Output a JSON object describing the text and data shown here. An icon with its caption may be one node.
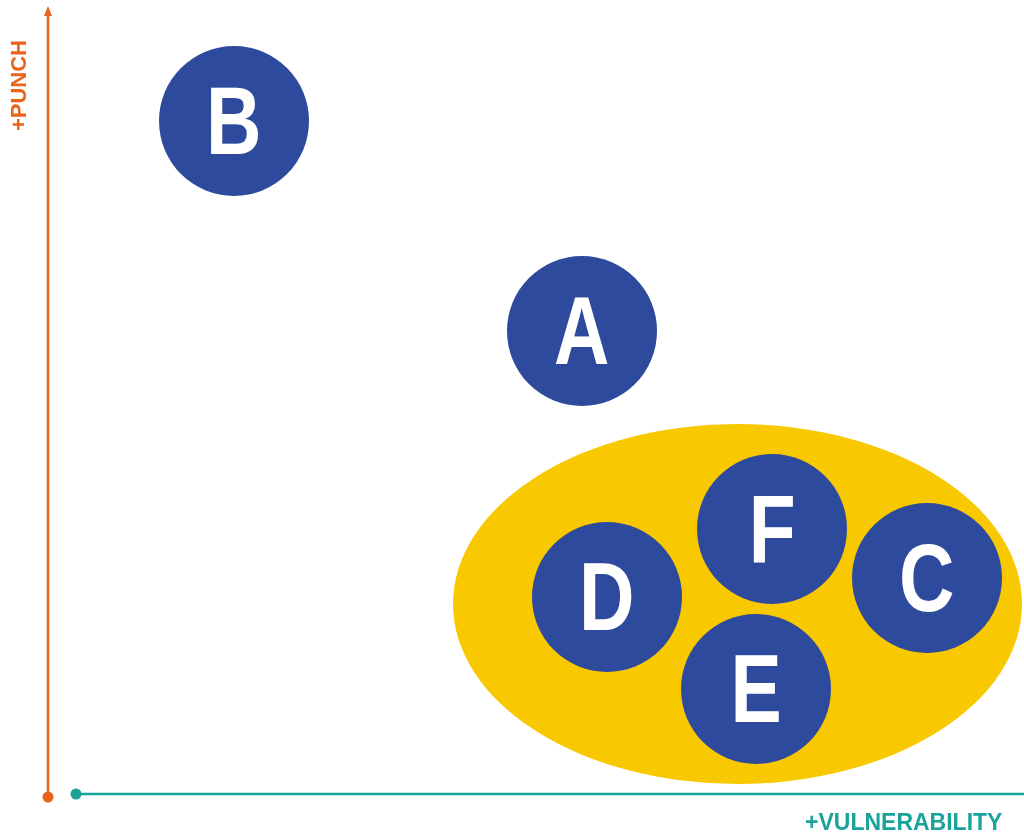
{
  "diagram": {
    "nodes": [
      {
        "text": [
          "B"
        ]
      },
      {
        "text": [
          "A"
        ]
      },
      {
        "text": [],
        "shape": "ellipse"
      },
      {
        "text": [
          "F"
        ],
        "in": 2
      },
      {
        "text": [
          "D"
        ],
        "in": 2
      },
      {
        "text": [
          "C"
        ],
        "in": 2
      },
      {
        "text": [
          "E"
        ],
        "in": 2
      }
    ],
    "edges": [],
    "labels": [
      "+PUNCH",
      "+VULNERABILITY"
    ]
  }
}
